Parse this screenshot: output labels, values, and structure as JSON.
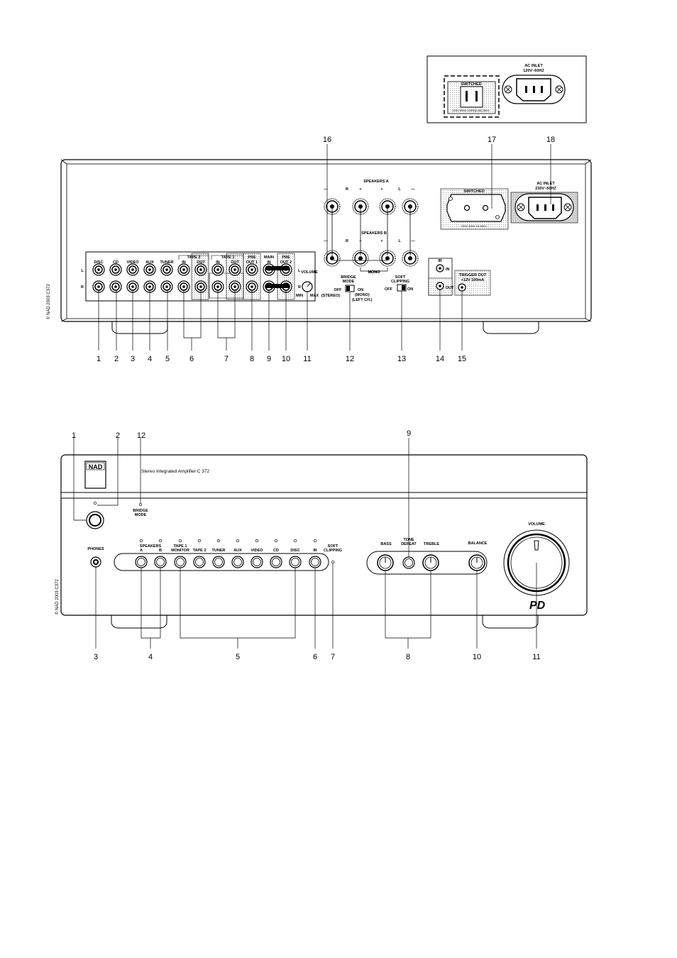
{
  "inset": {
    "switched_label": "SWITCHED",
    "switched_rating": "120V 60Hz 100W(0.8A) MAX.",
    "ac_inlet_title": "AC INLET",
    "ac_inlet_rating": "120V~60HZ"
  },
  "rear": {
    "copyright": "© NAD 2003 C372",
    "speakers_a": "SPEAKERS A",
    "speakers_b": "SPEAKERS B",
    "spk_terms": [
      "—",
      "R",
      "+",
      "+",
      "L",
      "—"
    ],
    "input_labels": [
      "DISC",
      "CD",
      "VIDEO",
      "AUX",
      "TUNER"
    ],
    "tape2": "TAPE 2",
    "tape1": "TAPE 1",
    "in_label": "IN",
    "out_label": "OUT",
    "pre_out1": "PRE OUT 1",
    "pre_out2": "PRE OUT 2",
    "pre": "PRE",
    "out1": "OUT 1",
    "out2": "OUT 2",
    "main_in": "MAIN IN",
    "main": "MAIN",
    "ch_l": "L",
    "ch_r": "R",
    "volume": "VOLUME",
    "vol_min": "MIN",
    "vol_max": "MAX",
    "mono": "MONO",
    "bridge_mode": "BRIDGE MODE",
    "bridge": "BRIDGE",
    "mode": "MODE",
    "bridge_off": "OFF",
    "bridge_stereo": "(STEREO)",
    "bridge_on": "ON",
    "bridge_mono": "(MONO)",
    "bridge_leftch": "(LEFT CH.)",
    "soft": "SOFT",
    "clipping": "CLIPPING",
    "soft_off": "OFF",
    "soft_on": "ON",
    "ir": "IR",
    "ir_in": "IN",
    "ir_out": "OUT",
    "trigger_out": "TRIGGER OUT",
    "trigger_rating": "+12V   100mA",
    "switched": "SWITCHED",
    "switched_rating": "230V 50Hz      1A  MAX.",
    "ac_inlet_title": "AC INLET",
    "ac_inlet_rating": "230V~50HZ",
    "callouts_top": [
      "16",
      "17",
      "18"
    ],
    "callouts_bottom": [
      "1",
      "2",
      "3",
      "4",
      "5",
      "6",
      "7",
      "8",
      "9",
      "10",
      "11",
      "12",
      "13",
      "14",
      "15"
    ]
  },
  "front": {
    "logo": "NAD",
    "model": "Stereo Integrated Amplifier C 372",
    "copyright": "© NAD 2003 C372",
    "bridge_mode": "BRIDGE MODE",
    "bridge": "BRIDGE",
    "mode": "MODE",
    "phones": "PHONES",
    "speakers": "SPEAKERS",
    "spk_a": "A",
    "spk_b": "B",
    "tape1_monitor": "TAPE 1 MONITOR",
    "tape1": "TAPE 1",
    "monitor": "MONITOR",
    "sources": [
      "TAPE 2",
      "TUNER",
      "AUX",
      "VIDEO",
      "CD",
      "DISC"
    ],
    "ir": "IR",
    "soft_clipping": "SOFT CLIPPING",
    "soft": "SOFT",
    "clipping": "CLIPPING",
    "bass": "BASS",
    "tone_defeat": "TONE DEFEAT",
    "tone": "TONE",
    "defeat": "DEFEAT",
    "treble": "TREBLE",
    "balance": "BALANCE",
    "volume": "VOLUME",
    "pd_mark": "PD",
    "callouts_top": [
      "1",
      "2",
      "12",
      "9"
    ],
    "callouts_bottom": [
      "3",
      "4",
      "5",
      "6",
      "7",
      "8",
      "10",
      "11"
    ]
  }
}
